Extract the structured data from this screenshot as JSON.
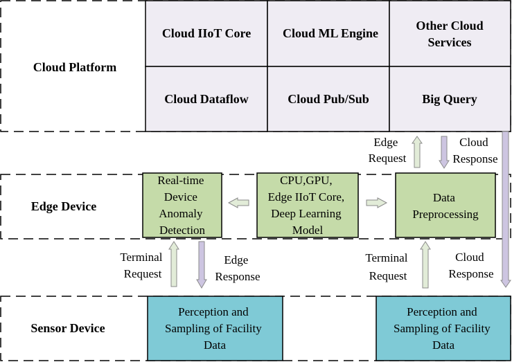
{
  "layers": {
    "cloud": "Cloud Platform",
    "edge": "Edge Device",
    "sensor": "Sensor Device"
  },
  "cloud_services": [
    [
      "Cloud IIoT Core"
    ],
    [
      "Cloud ML Engine"
    ],
    [
      "Other Cloud",
      "Services"
    ],
    [
      "Cloud Dataflow"
    ],
    [
      "Cloud Pub/Sub"
    ],
    [
      "Big Query"
    ]
  ],
  "edge_boxes": {
    "anomaly": [
      "Real-time",
      "Device",
      "Anomaly",
      "Detection"
    ],
    "compute": [
      "CPU,GPU,",
      "Edge IIoT Core,",
      "Deep Learning",
      "Model"
    ],
    "preprocess": [
      "Data",
      "Preprocessing"
    ]
  },
  "sensor_boxes": {
    "left": [
      "Perception and",
      "Sampling of Facility",
      "Data"
    ],
    "right": [
      "Perception and",
      "Sampling of Facility",
      "Data"
    ]
  },
  "arrow_labels": {
    "edge_request_top": [
      "Edge",
      "Request"
    ],
    "cloud_response_top": [
      "Cloud",
      "Response"
    ],
    "terminal_request_left": [
      "Terminal",
      "Request"
    ],
    "edge_response": [
      "Edge",
      "Response"
    ],
    "terminal_request_right": [
      "Terminal",
      "Request"
    ],
    "cloud_response_right": [
      "Cloud",
      "Response"
    ]
  },
  "colors": {
    "cloud_fill": "#efecf3",
    "edge_fill": "#c5dba9",
    "sensor_fill": "#7fcad6",
    "up_arrow_fill": "#e2ecd8",
    "down_arrow_fill": "#cdc5e1"
  }
}
